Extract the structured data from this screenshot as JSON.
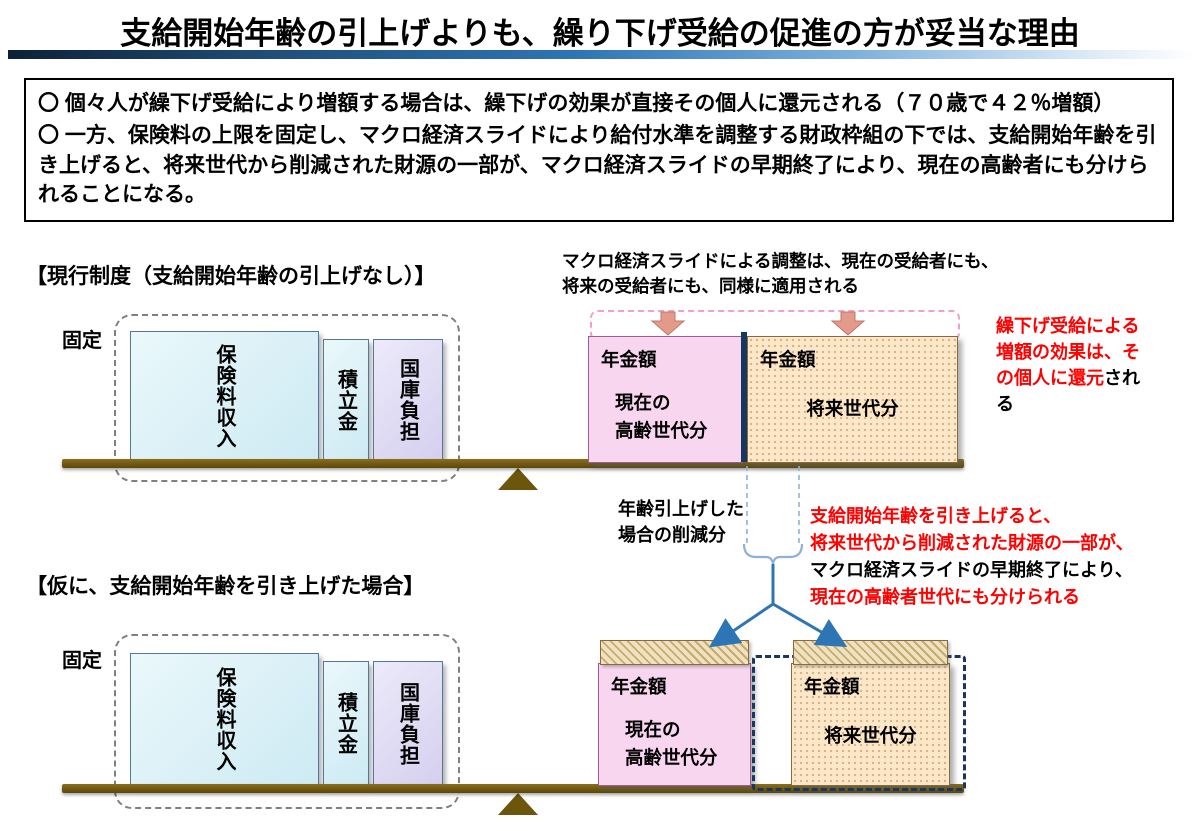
{
  "title": "支給開始年齢の引上げよりも、繰り下げ受給の促進の方が妥当な理由",
  "summary_box": {
    "bullet1": "〇 個々人が繰下げ受給により増額する場合は、繰下げの効果が直接その個人に還元される（７０歳で４２％増額）",
    "bullet2": "〇 一方、保険料の上限を固定し、マクロ経済スライドにより給付水準を調整する財政枠組の下では、支給開始年齢を引き上げると、将来世代から削減された財源の一部が、マクロ経済スライドの早期終了により、現在の高齢者にも分けられることになる。"
  },
  "diagram1": {
    "heading": "【現行制度（支給開始年齢の引上げなし）】",
    "fixed_label": "固定",
    "fund_boxes": {
      "premium": "保険料収入",
      "reserve": "積立金",
      "treasury": "国庫負担"
    },
    "macro_note": "マクロ経済スライドによる調整は、現在の受給者にも、\n将来の受給者にも、同様に適用される",
    "pension_current": {
      "title": "年金額",
      "subtitle": "現在の\n高齢世代分"
    },
    "pension_future": {
      "title": "年金額",
      "subtitle": "将来世代分"
    },
    "deferral_note": {
      "red": "繰下げ受給による増額の効果は、その個人に還元",
      "black": "される"
    }
  },
  "middle": {
    "reduction_note": "年齢引上げした\n場合の削減分",
    "lines": [
      {
        "text": "支給開始年齢を引き上げると、",
        "color": "red"
      },
      {
        "text": "将来世代から削減された財源の一部が、",
        "color": "red"
      },
      {
        "text": "マクロ経済スライドの早期終了により、",
        "color": "black"
      },
      {
        "text": "現在の高齢者世代にも分けられる",
        "color": "red"
      }
    ]
  },
  "diagram2": {
    "heading": "【仮に、支給開始年齢を引き上げた場合】",
    "fixed_label": "固定",
    "fund_boxes": {
      "premium": "保険料収入",
      "reserve": "積立金",
      "treasury": "国庫負担"
    },
    "pension_current": {
      "title": "年金額",
      "subtitle": "現在の\n高齢世代分"
    },
    "pension_future": {
      "title": "年金額",
      "subtitle": "将来世代分"
    }
  },
  "icons": {
    "macro_slide_down_arrow": "block-down-arrow",
    "redistribution_arrow": "blue-arrow-with-head",
    "fulcrum": "triangle-up",
    "brace": "under-brace"
  },
  "colors": {
    "accent_red": "#ff0000",
    "navy": "#17375e",
    "pink_box": "#f9d6ef",
    "orange_box": "#fce8c9",
    "cyan_box": "#d9f1f7",
    "purple_box": "#ddd8f1",
    "beam_brown": "#6f5a0e",
    "arrow_blue": "#2e75b6"
  }
}
